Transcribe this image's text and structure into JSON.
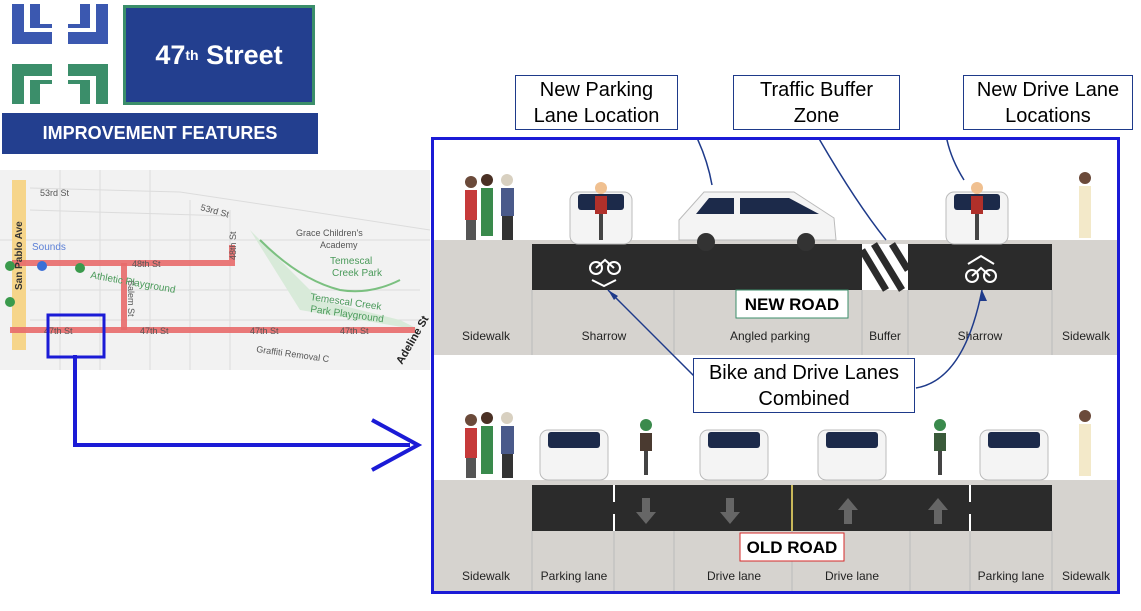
{
  "header": {
    "title_main": "47",
    "title_sup": "th",
    "title_rest": " Street",
    "subtitle": "IMPROVEMENT FEATURES"
  },
  "map": {
    "streets": [
      "53rd St",
      "53rd St",
      "San Pablo Ave",
      "48th St",
      "48th St",
      "Salem St",
      "47th St",
      "47th St",
      "47th St",
      "47th St",
      "Adeline St"
    ],
    "places": [
      "Grace Children's",
      "Academy",
      "Temescal",
      "Creek Park",
      "Temescal Creek",
      "Park Playground",
      "Athletic Playground",
      "Graffiti Removal C",
      "Sounds"
    ]
  },
  "callouts": {
    "parking": [
      "New Parking",
      "Lane Location"
    ],
    "buffer": [
      "Traffic Buffer",
      "Zone"
    ],
    "drive": [
      "New Drive Lane",
      "Locations"
    ],
    "combined": [
      "Bike and Drive Lanes",
      "Combined"
    ]
  },
  "new_road": {
    "tag": "NEW ROAD",
    "lanes": [
      "Sidewalk",
      "Sharrow",
      "Angled parking",
      "Buffer",
      "Sharrow",
      "Sidewalk"
    ]
  },
  "old_road": {
    "tag": "OLD ROAD",
    "lanes": [
      "Sidewalk",
      "Parking lane",
      "Drive lane",
      "Drive lane",
      "Parking lane",
      "Sidewalk"
    ]
  },
  "colors": {
    "navy": "#233f8f",
    "green": "#3b8e6a",
    "panel_border": "#1b1bd6",
    "map_route": "#e86a6a",
    "asphalt": "#2b2b2b"
  }
}
